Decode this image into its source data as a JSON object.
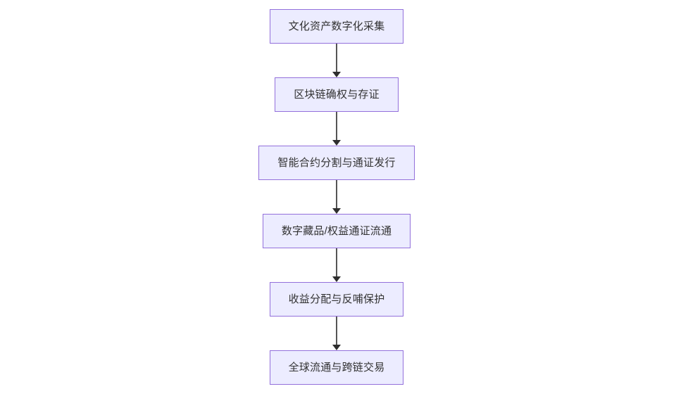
{
  "diagram": {
    "type": "flowchart",
    "direction": "top-down",
    "colors": {
      "background": "#ffffff",
      "node_fill": "#ECECFF",
      "node_border": "#9370DB",
      "text_color": "#333333",
      "edge_line": "#555555",
      "edge_head": "#2e2e2e"
    },
    "nodes": [
      {
        "id": "n1",
        "label": "文化资产数字化采集"
      },
      {
        "id": "n2",
        "label": "区块链确权与存证"
      },
      {
        "id": "n3",
        "label": "智能合约分割与通证发行"
      },
      {
        "id": "n4",
        "label": "数字藏品/权益通证流通"
      },
      {
        "id": "n5",
        "label": "收益分配与反哺保护"
      },
      {
        "id": "n6",
        "label": "全球流通与跨链交易"
      }
    ],
    "edges": [
      {
        "from": "n1",
        "to": "n2"
      },
      {
        "from": "n2",
        "to": "n3"
      },
      {
        "from": "n3",
        "to": "n4"
      },
      {
        "from": "n4",
        "to": "n5"
      },
      {
        "from": "n5",
        "to": "n6"
      }
    ]
  }
}
